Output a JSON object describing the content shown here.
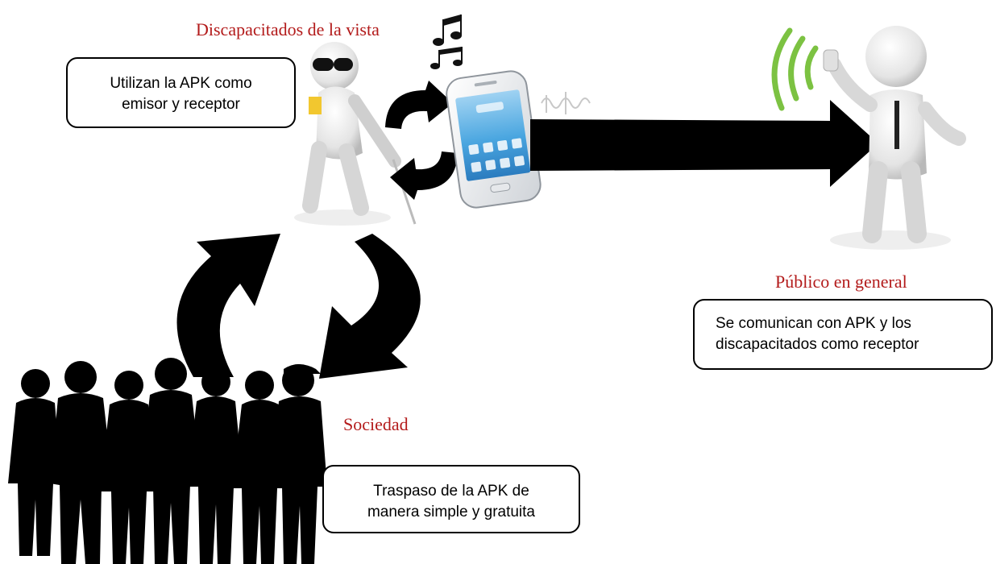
{
  "colors": {
    "label_red": "#b31b1b",
    "arrow": "#000000",
    "signal_green": "#7cc242"
  },
  "groups": {
    "visually_impaired": {
      "title": "Discapacitados de la vista",
      "box_lines": [
        "Utilizan la APK como",
        "emisor y receptor"
      ]
    },
    "public": {
      "title": "Público en general",
      "box_lines": [
        "Se comunican con APK y los",
        "discapacitados como receptor"
      ]
    },
    "society": {
      "title": "Sociedad",
      "box_lines": [
        "Traspaso de la APK de",
        "manera simple y gratuita"
      ]
    }
  },
  "icons": [
    "blind-person-icon",
    "smartphone-icon",
    "music-notes-icon",
    "public-person-icon",
    "wifi-signal-icon",
    "crowd-silhouette-icon"
  ]
}
